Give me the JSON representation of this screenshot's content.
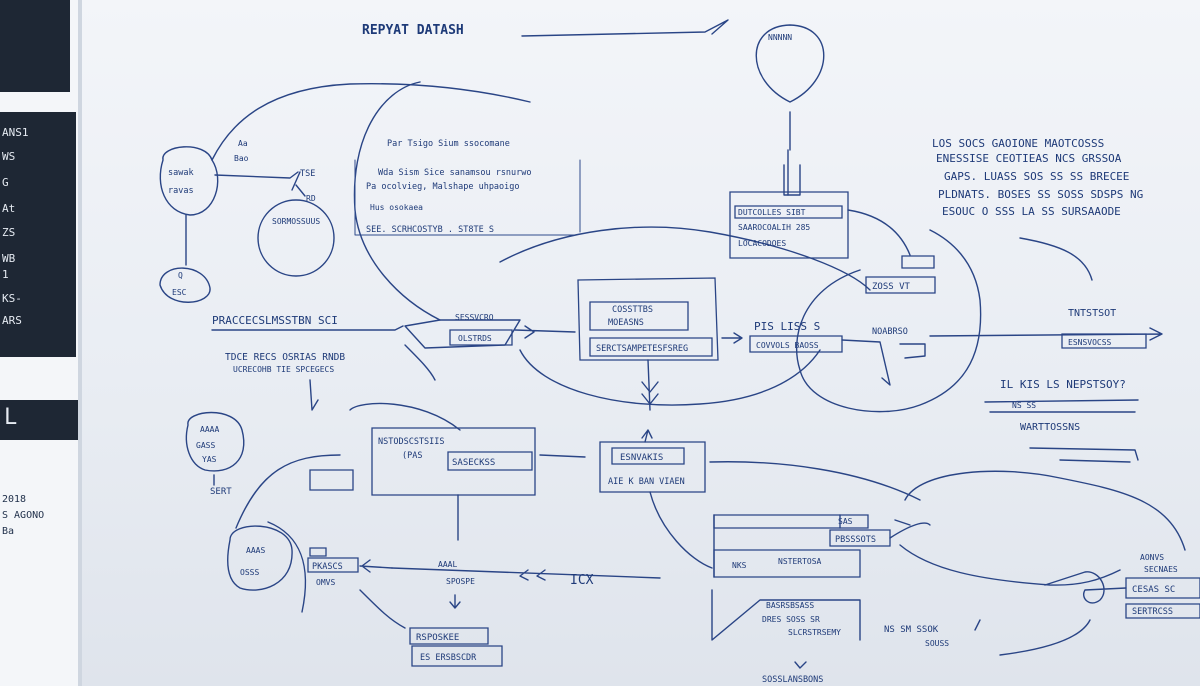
{
  "diagram": {
    "title": "REPYAT DATASH",
    "left_panel": {
      "lines_top": [
        "ANS1",
        "WS",
        "G",
        "At",
        "ZS",
        "WB",
        "1"
      ],
      "lines_mid": [
        "KS-",
        "ARS"
      ],
      "label_box": "L",
      "lines_bottom": [
        "2018",
        "S AGONO",
        "Ba"
      ]
    },
    "nodes": {
      "top_bubble": "NNNNN",
      "top_note": [
        "Par Tsigo Sium ssocomane",
        "Wda Sism Sice sanamsou rsnurwo",
        "Pa ocolvieg, Malshape uhpaoigo",
        "Hus osokaea",
        "SEE. SCRHCOSTYB .  ST8TE S"
      ],
      "left_node_1": [
        "sawak",
        "ravas"
      ],
      "left_node_1_side": [
        "Aa",
        "Bao"
      ],
      "circle_node": [
        "TSE",
        "RD",
        "SORMOSSUUS"
      ],
      "left_heading": "PRACCECSLMSSTBN SCI",
      "left_heading_sub": [
        "TDCE RECS OSRIAS RNDB",
        "UCRECOHB TIE SPCEGECS"
      ],
      "small_node": [
        "Q",
        "ESC"
      ],
      "center_mid": [
        "SESSVCRO",
        "OLSTRDS"
      ],
      "center_box": [
        "COSSTTBS",
        "MOEASNS",
        "SERCTSAMPETESFSREG"
      ],
      "top_right_box": [
        "DUTCOLLES SIBT",
        "SAAROCOALIH 285",
        "LOCACODOES"
      ],
      "top_right_tag": "ZOSS VT",
      "mid_right_group": [
        "PIS LISS S",
        "COVVOLS BAOSS"
      ],
      "mid_right_node": "NOABRSO",
      "right_note": [
        "LOS SOCS GAOIONE MAOTCOSSS",
        "ENESSISE CEOTIEAS NCS GRSSOA",
        "GAPS. LUASS SOS SS  SS BRECEE",
        "PLDNATS. BOSES SS SOSS SDSPS NG",
        "ESOUC O SSS LA SS SURSAAODE"
      ],
      "right_end": [
        "TNTSTSOT",
        "ESNSVOCSS"
      ],
      "right_question": [
        "IL KIS LS NEPSTSOY?",
        "NS SS",
        "WARTTOSSNS"
      ],
      "lower_left_bubble": [
        "AAAA",
        "GASS",
        "YAS"
      ],
      "lower_left_sub": "SERT",
      "center_lower_box": [
        "NSTODSCSTSIIS",
        "(PAS",
        "SASECKSS"
      ],
      "center_lower_right": [
        "ESNVAKIS",
        "AIE K BAN VIAEN"
      ],
      "right_lower_stack": [
        "SAS",
        "PBSSSOTS",
        "NKS",
        "NSTERTOSA"
      ],
      "bottom_left_node": [
        "AAAS",
        "OSSS"
      ],
      "bottom_left_box": [
        "PKASCS",
        "OMVS"
      ],
      "bottom_mid": [
        "AAAL",
        "SPOSPE"
      ],
      "bottom_left_stack": [
        "RSPOSKEE",
        "ES ERSBSCDR"
      ],
      "bottom_center_note": [
        "BASRSBSASS",
        "DRES SOSS  SR",
        "SLCRSTRSEMY"
      ],
      "bottom_right_note": [
        "NS SM SSOK",
        "SOUSS"
      ],
      "bottom_x_label": "ICX",
      "far_right_stack": [
        "AONVS",
        "SECNAES",
        "CESAS SC",
        "SERTRCSS"
      ],
      "bottom_caption": "SOSSLANSBONS"
    }
  }
}
